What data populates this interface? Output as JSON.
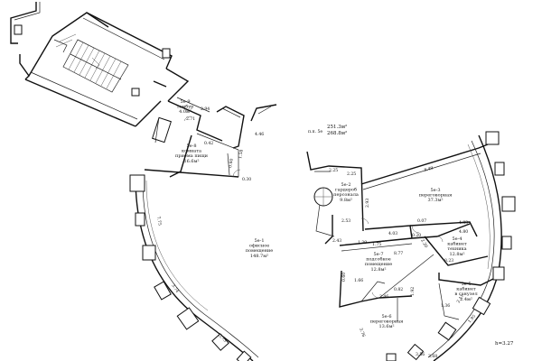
{
  "plan_mark": "h=3.27",
  "floor_area": {
    "line1": "251.3м²",
    "line2": "268.8м²",
    "prefix": "п.п. 5е"
  },
  "rooms": [
    {
      "id": "r9",
      "lines": [
        "5е-9",
        "тамбур",
        "4.0м²"
      ]
    },
    {
      "id": "r8",
      "lines": [
        "5е-8",
        "комната",
        "приема пищи",
        "16.6м²"
      ]
    },
    {
      "id": "r1",
      "lines": [
        "5е-1",
        "офисное",
        "помещение",
        "148.7м²"
      ]
    },
    {
      "id": "r2",
      "lines": [
        "5е-2",
        "гардероб",
        "персонала",
        "9.8м²"
      ]
    },
    {
      "id": "r3",
      "lines": [
        "5е-3",
        "переговорная",
        "37.3м²"
      ]
    },
    {
      "id": "r4",
      "lines": [
        "5е-4",
        "кабинет",
        "техника",
        "12.8м²"
      ]
    },
    {
      "id": "r5",
      "lines": [
        "5е-5",
        "кабинет",
        "в санузел",
        "2.4м²"
      ]
    },
    {
      "id": "r7",
      "lines": [
        "5е-7",
        "подсобное",
        "помещение",
        "12.8м²"
      ]
    },
    {
      "id": "r6",
      "lines": [
        "5е-6",
        "переговорная",
        "13.6м²"
      ]
    }
  ],
  "dimensions": [
    "2.94",
    "2.71",
    "0.42",
    "4.46",
    "1.58",
    "0.80",
    "0.30",
    "7.75",
    "3.74",
    "3.73",
    "2.25",
    "2.25",
    "2.93",
    "2.53",
    "2.43",
    "8.49",
    "0.07",
    "4.83",
    "4.80",
    "4.03",
    "0.20",
    "1.39",
    "2.20",
    "8.23",
    "8.77",
    "1.75",
    "0.60",
    "1.66",
    "2.46",
    "0.82",
    "3.76",
    "1.92",
    "1.36",
    "2.11",
    "1.95",
    "3.68",
    "3.56"
  ]
}
